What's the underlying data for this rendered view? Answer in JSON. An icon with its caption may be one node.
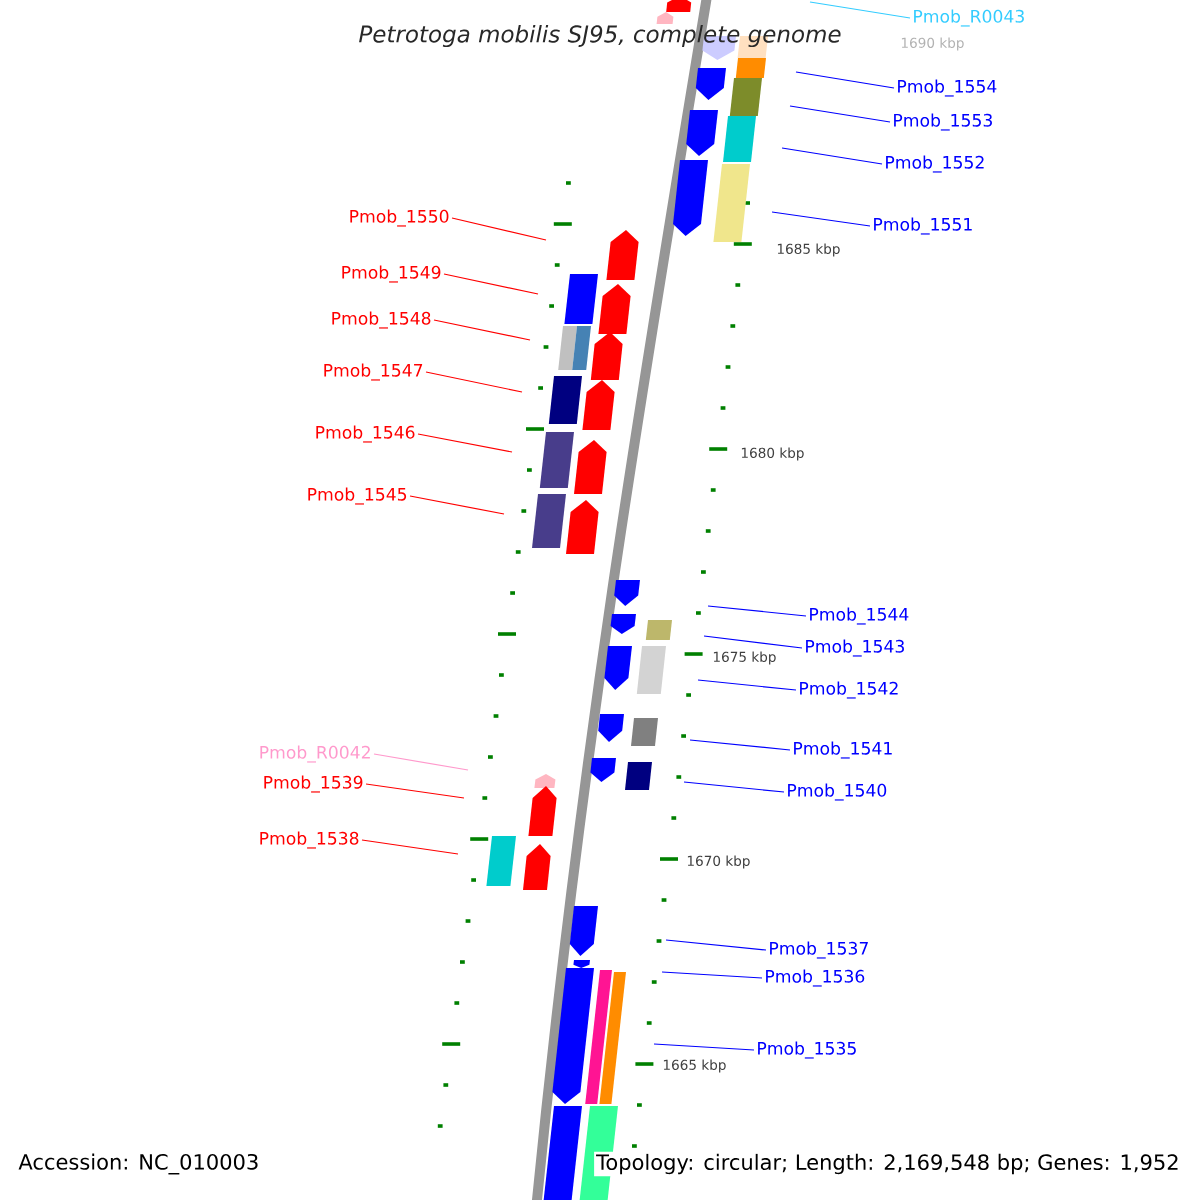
{
  "diagram": {
    "title": "Petrotoga mobilis SJ95, complete genome",
    "nodes": [
      {
        "text": [
          "Pmob_R0043"
        ]
      },
      {
        "text": [
          "Pmob_1554"
        ]
      },
      {
        "text": [
          "Pmob_1553"
        ]
      },
      {
        "text": [
          "Pmob_1552"
        ]
      },
      {
        "text": [
          "Pmob_1551"
        ]
      },
      {
        "text": [
          "Pmob_1550"
        ]
      },
      {
        "text": [
          "Pmob_1549"
        ]
      },
      {
        "text": [
          "Pmob_1548"
        ]
      },
      {
        "text": [
          "Pmob_1547"
        ]
      },
      {
        "text": [
          "Pmob_1546"
        ]
      },
      {
        "text": [
          "Pmob_1545"
        ]
      },
      {
        "text": [
          "Pmob_1544"
        ]
      },
      {
        "text": [
          "Pmob_1543"
        ]
      },
      {
        "text": [
          "Pmob_1542"
        ]
      },
      {
        "text": [
          "Pmob_R0042"
        ]
      },
      {
        "text": [
          "Pmob_1541"
        ]
      },
      {
        "text": [
          "Pmob_1539"
        ]
      },
      {
        "text": [
          "Pmob_1540"
        ]
      },
      {
        "text": [
          "Pmob_1538"
        ]
      },
      {
        "text": [
          "Pmob_1537"
        ]
      },
      {
        "text": [
          "Pmob_1536"
        ]
      },
      {
        "text": [
          "Pmob_1535"
        ]
      }
    ],
    "edges": [
      {
        "from": 0,
        "to": null,
        "arrow": "none",
        "color": "#33ccff"
      },
      {
        "from": 1,
        "to": null,
        "arrow": "none"
      },
      {
        "from": 2,
        "to": null,
        "arrow": "none"
      },
      {
        "from": 3,
        "to": null,
        "arrow": "none"
      },
      {
        "from": 4,
        "to": null,
        "arrow": "none"
      },
      {
        "from": 5,
        "to": null,
        "arrow": "none",
        "color": "#ff0000"
      },
      {
        "from": 6,
        "to": null,
        "arrow": "none",
        "color": "#ff0000"
      },
      {
        "from": 7,
        "to": null,
        "arrow": "none",
        "color": "#ff0000"
      },
      {
        "from": 8,
        "to": null,
        "arrow": "none",
        "color": "#ff0000"
      },
      {
        "from": 9,
        "to": null,
        "arrow": "none",
        "color": "#ff0000"
      },
      {
        "from": 10,
        "to": null,
        "arrow": "none",
        "color": "#ff0000"
      },
      {
        "from": 11,
        "to": null,
        "arrow": "none"
      },
      {
        "from": 12,
        "to": null,
        "arrow": "none"
      },
      {
        "from": 13,
        "to": null,
        "arrow": "none"
      },
      {
        "from": 14,
        "to": null,
        "arrow": "none",
        "color": "#ff99cc"
      },
      {
        "from": 15,
        "to": null,
        "arrow": "none"
      },
      {
        "from": 16,
        "to": null,
        "arrow": "none",
        "color": "#ff0000"
      },
      {
        "from": 17,
        "to": null,
        "arrow": "none"
      },
      {
        "from": 18,
        "to": null,
        "arrow": "none",
        "color": "#ff0000"
      },
      {
        "from": 19,
        "to": null,
        "arrow": "none"
      },
      {
        "from": 20,
        "to": null,
        "arrow": "none"
      },
      {
        "from": 21,
        "to": null,
        "arrow": "none"
      }
    ],
    "labels": [
      "1690 kbp",
      "1685 kbp",
      "1680 kbp",
      "1675 kbp",
      "1670 kbp",
      "1665 kbp",
      "Accession: NC_010003",
      "Topology: circular; Length: 2,169,548 bp; Genes: 1,952"
    ]
  }
}
